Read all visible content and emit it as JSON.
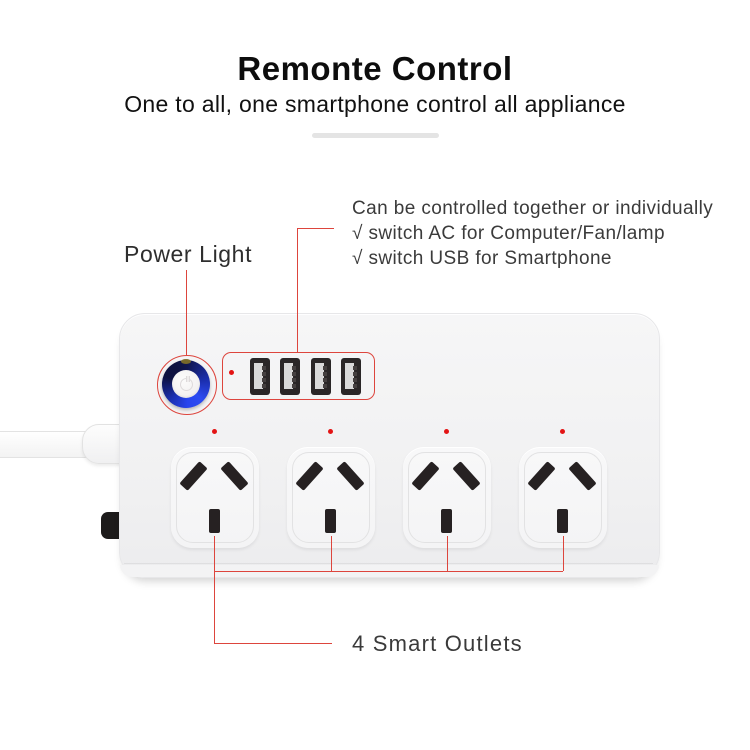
{
  "page": {
    "title": "Remonte Control",
    "subtitle": "One to all, one smartphone control all appliance"
  },
  "callouts": {
    "usb_note_line1": "Can be controlled together or individually",
    "usb_note_line2": "√ switch AC for Computer/Fan/lamp",
    "usb_note_line3": "√ switch USB for Smartphone",
    "power_light_label": "Power Light",
    "outlets_label": "4 Smart Outlets"
  },
  "device": {
    "type": "smart power strip",
    "usb_ports": 4,
    "ac_outlets": 4,
    "indicator_leds": 5,
    "power_button": "power-symbol-button",
    "cord_side": "left"
  },
  "colors": {
    "callout_red": "#dd453d",
    "led_red": "#e31414",
    "ring_blue": "#2744ee",
    "ring_navy": "#0e1240",
    "strip_face": "#f2f2f3",
    "usb_body_black": "#2a2627",
    "divider_gray": "#e4e4e4",
    "background": "#ffffff"
  }
}
